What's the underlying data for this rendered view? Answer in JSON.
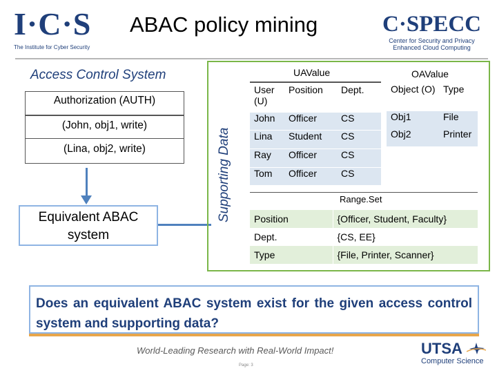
{
  "header": {
    "title": "ABAC policy mining",
    "ics_logo": {
      "mark": "I·C·S",
      "sub": "The Institute for Cyber Security"
    },
    "specc_logo": {
      "mark": "C·SPECC",
      "sub1": "Center for Security and Privacy",
      "sub2": "Enhanced Cloud Computing"
    }
  },
  "left": {
    "title": "Access Control System",
    "auth_heading": "Authorization (AUTH)",
    "auth_rows": [
      "(John, obj1, write)",
      "(Lina, obj2, write)"
    ],
    "equivalent": [
      "Equivalent ABAC",
      "system"
    ]
  },
  "supporting_data": {
    "label": "Supporting Data",
    "ua_title": "UAValue",
    "ua_headers": [
      "User (U)",
      "Position",
      "Dept."
    ],
    "ua_rows": [
      [
        "John",
        "Officer",
        "CS"
      ],
      [
        "Lina",
        "Student",
        "CS"
      ],
      [
        "Ray",
        "Officer",
        "CS"
      ],
      [
        "Tom",
        "Officer",
        "CS"
      ]
    ],
    "oa_title": "OAValue",
    "oa_headers": [
      "Object (O)",
      "Type"
    ],
    "oa_rows": [
      [
        "Obj1",
        "File"
      ],
      [
        "Obj2",
        "Printer"
      ]
    ],
    "range_title": "Range.Set",
    "range_rows": [
      [
        "Position",
        "{Officer, Student, Faculty}"
      ],
      [
        "Dept.",
        "{CS, EE}"
      ],
      [
        "Type",
        "{File, Printer, Scanner}"
      ]
    ]
  },
  "question": "Does an equivalent ABAC system exist for the given access control system and supporting data?",
  "footer": {
    "tagline": "World-Leading Research with Real-World Impact!",
    "page": "Page: 3",
    "utsa_mark": "UTSA",
    "utsa_sub": "Computer Science"
  },
  "colors": {
    "navy": "#1f3f7a",
    "panel_border": "#7ab648",
    "blue_border": "#8eb4e3",
    "arrow": "#4f81bd",
    "table_blue": "#dce6f1",
    "table_green": "#e2efda",
    "accent_orange": "#e8a64b"
  }
}
